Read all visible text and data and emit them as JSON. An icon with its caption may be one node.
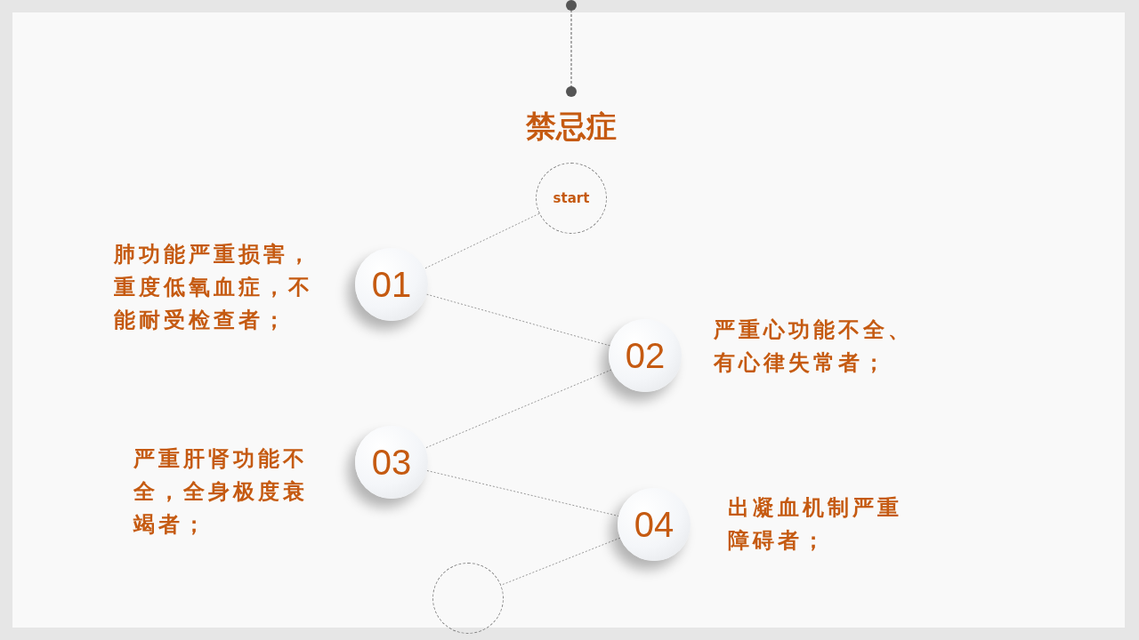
{
  "diagram": {
    "title": "禁忌症",
    "nodes": [
      {
        "text": [
          "start"
        ]
      },
      {
        "text": [
          "01"
        ],
        "beside": [
          "肺功能严重损害，重度低氧血症，不能耐受检查者；"
        ]
      },
      {
        "text": [
          "02"
        ],
        "beside": [
          "严重心功能不全、有心律失常者；"
        ]
      },
      {
        "text": [
          "03"
        ],
        "beside": [
          "严重肝肾功能不全，全身极度衰竭者；"
        ]
      },
      {
        "text": [
          "04"
        ],
        "beside": [
          "出凝血机制严重障碍者；"
        ]
      },
      {
        "text": [],
        "shape": "circle"
      }
    ],
    "edges": [
      {
        "from": 0,
        "to": 1,
        "arrow": "none",
        "style": "dashed"
      },
      {
        "from": 1,
        "to": 2,
        "arrow": "none",
        "style": "dashed"
      },
      {
        "from": 2,
        "to": 3,
        "arrow": "none",
        "style": "dashed"
      },
      {
        "from": 3,
        "to": 4,
        "arrow": "none",
        "style": "dashed"
      },
      {
        "from": 4,
        "to": 5,
        "arrow": "none",
        "style": "dashed"
      }
    ]
  }
}
